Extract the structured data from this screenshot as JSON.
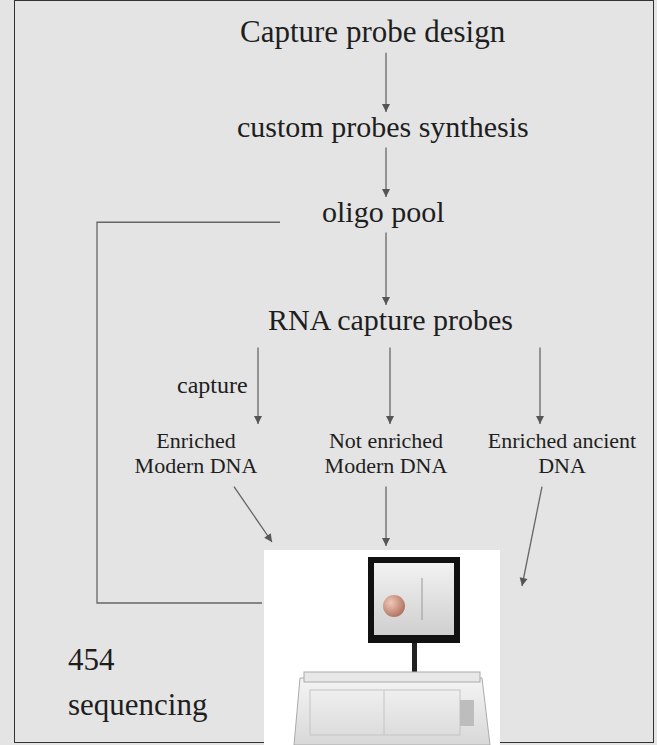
{
  "diagram": {
    "nodes": [
      {
        "text": [
          "Capture probe design"
        ]
      },
      {
        "text": [
          "custom probes synthesis"
        ]
      },
      {
        "text": [
          "oligo pool"
        ]
      },
      {
        "text": [
          "RNA capture probes"
        ]
      },
      {
        "text": [
          "Enriched Modern DNA"
        ]
      },
      {
        "text": [
          "Not enriched Modern DNA"
        ]
      },
      {
        "text": [
          "Enriched ancient DNA"
        ]
      },
      {
        "text": [
          "454 sequencing"
        ]
      }
    ],
    "edges": [
      {
        "from": 0,
        "to": 1,
        "arrow": "to"
      },
      {
        "from": 1,
        "to": 2,
        "arrow": "to"
      },
      {
        "from": 2,
        "to": 3,
        "arrow": "to"
      },
      {
        "from": 3,
        "to": 4,
        "label": "capture",
        "arrow": "to"
      },
      {
        "from": 3,
        "to": 5,
        "arrow": "to"
      },
      {
        "from": 3,
        "to": 6,
        "arrow": "to"
      },
      {
        "from": 4,
        "to": 7,
        "arrow": "to"
      },
      {
        "from": 5,
        "to": 7,
        "arrow": "to"
      },
      {
        "from": 6,
        "to": 7,
        "arrow": "to"
      },
      {
        "from": 2,
        "to": 7,
        "arrow": "none"
      }
    ]
  }
}
